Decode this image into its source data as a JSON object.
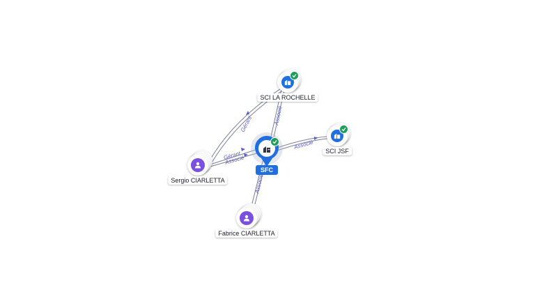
{
  "graph": {
    "focus": {
      "label": "SFC",
      "icon": "building-icon",
      "verified": true
    },
    "companies": [
      {
        "id": "sci-la-rochelle",
        "label": "SCI LA ROCHELLE",
        "icon": "building-icon",
        "verified": true
      },
      {
        "id": "sci-jsf",
        "label": "SCI JSF",
        "icon": "building-icon",
        "verified": true
      }
    ],
    "persons": [
      {
        "id": "sergio",
        "label": "Sergio CIARLETTA",
        "icon": "person-icon"
      },
      {
        "id": "fabrice",
        "label": "Fabrice CIARLETTA",
        "icon": "person-icon"
      }
    ],
    "edges": [
      {
        "from": "sergio",
        "to": "sci-la-rochelle",
        "label": "Gérant"
      },
      {
        "from": "sergio",
        "to": "sfc",
        "label": "Gérant"
      },
      {
        "from": "sergio",
        "to": "sfc",
        "label": "Associé"
      },
      {
        "from": "sfc",
        "to": "sci-la-rochelle",
        "label": "Associé"
      },
      {
        "from": "sfc",
        "to": "sci-jsf",
        "label": "Associé"
      },
      {
        "from": "fabrice",
        "to": "sfc",
        "label": "Associé"
      }
    ],
    "colors": {
      "company": "#1f6fe0",
      "person": "#7b4fe0",
      "verified": "#1e9e5a",
      "edge_label": "#5b5fc7"
    }
  }
}
